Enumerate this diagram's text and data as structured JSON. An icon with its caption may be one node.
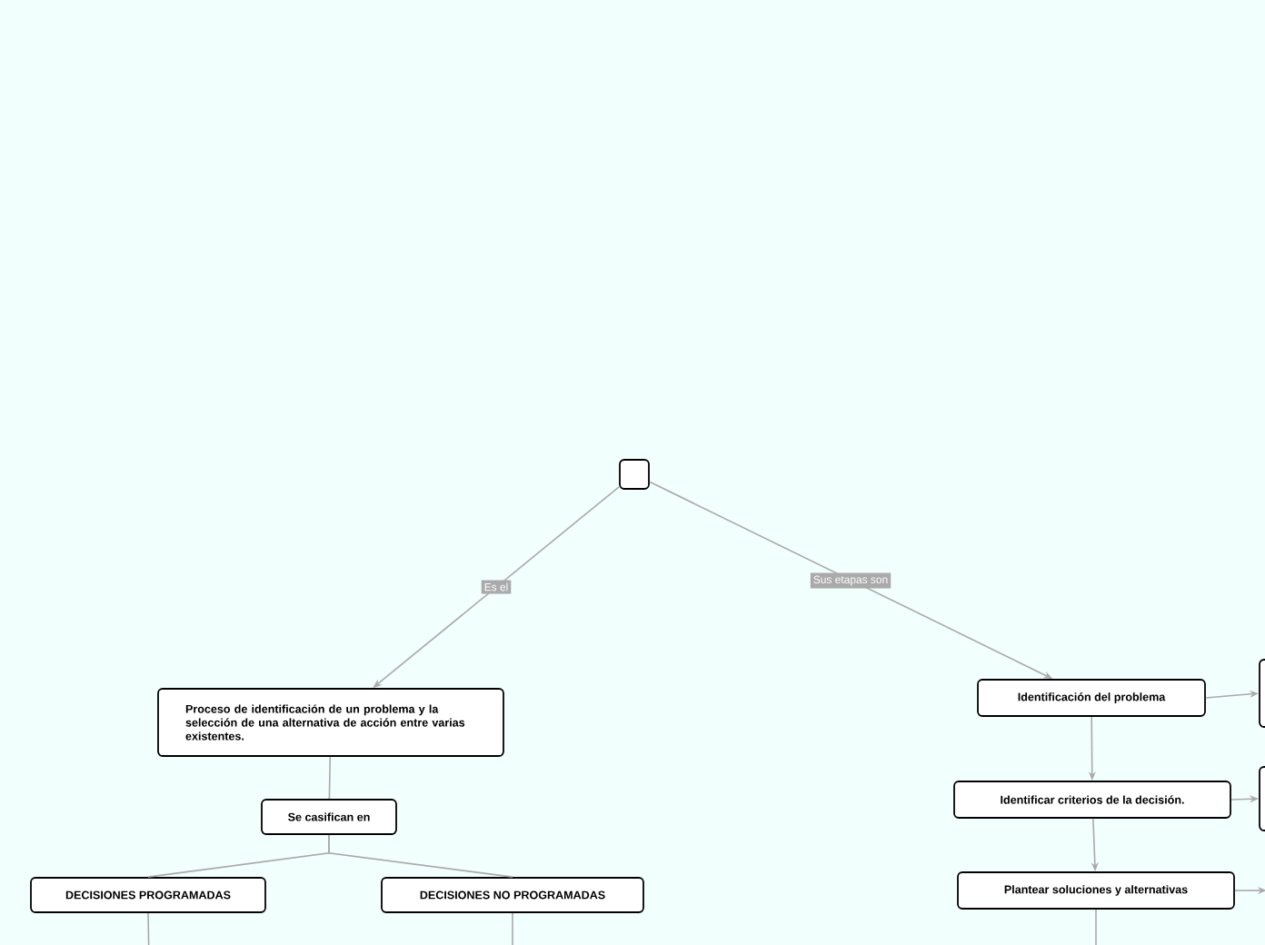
{
  "diagram": {
    "nodes": [
      {
        "text": [],
        "shape": "box"
      },
      {
        "text": [
          "Proceso de identificación de un problema y la selección de una alternativa de acción entre varias existentes."
        ]
      },
      {
        "text": [
          "Se casifican en"
        ]
      },
      {
        "text": [
          "DECISIONES PROGRAMADAS"
        ]
      },
      {
        "text": [
          "DECISIONES NO PROGRAMADAS"
        ]
      },
      {
        "text": [
          "Identificación del problema"
        ]
      },
      {
        "text": [
          "Identificar criterios de la decisión."
        ]
      },
      {
        "text": [
          "Plantear  soluciones y alternativas"
        ]
      },
      {
        "text": [],
        "shape": "box"
      },
      {
        "text": [],
        "shape": "box"
      }
    ],
    "edges": [
      {
        "from": 0,
        "to": 1,
        "arrow": "to",
        "label": "Es el"
      },
      {
        "from": 0,
        "to": 5,
        "arrow": "to",
        "label": "Sus etapas son"
      },
      {
        "from": 1,
        "to": 2,
        "arrow": "none"
      },
      {
        "from": 2,
        "to": 3,
        "arrow": "none"
      },
      {
        "from": 2,
        "to": 4,
        "arrow": "none"
      },
      {
        "from": 5,
        "to": 6,
        "arrow": "to"
      },
      {
        "from": 6,
        "to": 7,
        "arrow": "to"
      },
      {
        "from": 5,
        "to": 8,
        "arrow": "to"
      },
      {
        "from": 6,
        "to": 9,
        "arrow": "to"
      },
      {
        "from": 7,
        "to": null,
        "arrow": "to"
      },
      {
        "from": 3,
        "to": null,
        "arrow": "none"
      },
      {
        "from": 4,
        "to": null,
        "arrow": "none"
      },
      {
        "from": 7,
        "to": null,
        "arrow": "none"
      }
    ]
  }
}
